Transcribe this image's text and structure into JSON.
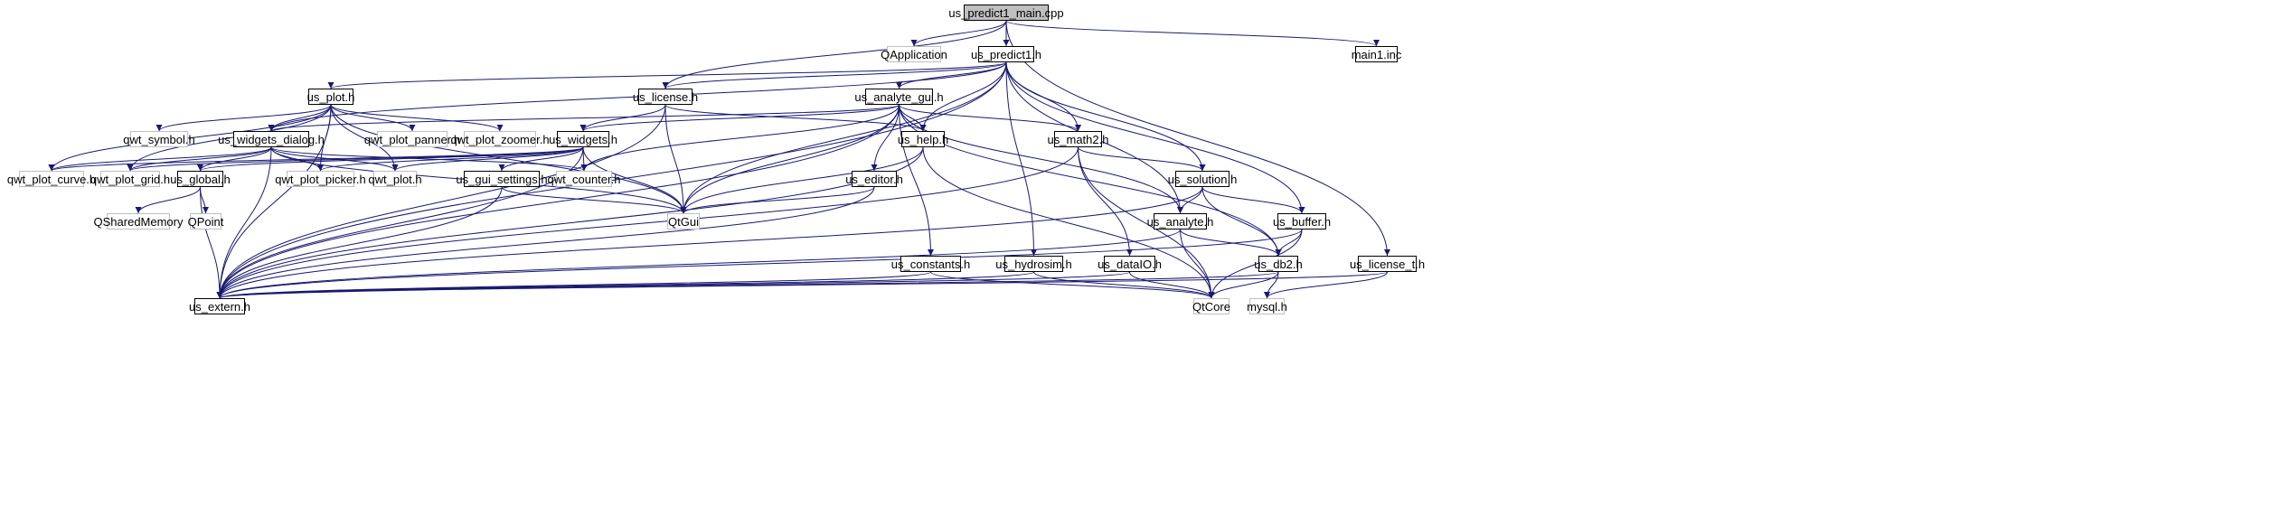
{
  "colors": {
    "edge": "#191970",
    "external_border": "#bfbfbf",
    "root_fill": "#bfbfbf",
    "node_border": "#000000"
  },
  "nodes": {
    "us_predict1_main_cpp": "us_predict1_main.cpp",
    "QApplication": "QApplication",
    "us_predict1_h": "us_predict1.h",
    "main1_inc": "main1.inc",
    "us_plot_h": "us_plot.h",
    "us_license_h": "us_license.h",
    "us_analyte_gui_h": "us_analyte_gui.h",
    "qwt_symbol_h": "qwt_symbol.h",
    "qwt_plot_panner_h": "qwt_plot_panner.h",
    "qwt_plot_zoomer_h": "qwt_plot_zoomer.h",
    "us_widgets_dialog_h": "us_widgets_dialog.h",
    "us_widgets_h": "us_widgets.h",
    "us_help_h": "us_help.h",
    "us_math2_h": "us_math2.h",
    "qwt_plot_curve_h": "qwt_plot_curve.h",
    "qwt_plot_grid_h": "qwt_plot_grid.h",
    "us_global_h": "us_global.h",
    "qwt_plot_picker_h": "qwt_plot_picker.h",
    "qwt_plot_h": "qwt_plot.h",
    "us_gui_settings_h": "us_gui_settings.h",
    "qwt_counter_h": "qwt_counter.h",
    "us_editor_h": "us_editor.h",
    "us_solution_h": "us_solution.h",
    "QSharedMemory": "QSharedMemory",
    "QPoint": "QPoint",
    "QtGui": "QtGui",
    "us_analyte_h": "us_analyte.h",
    "us_buffer_h": "us_buffer.h",
    "us_constants_h": "us_constants.h",
    "us_hydrosim_h": "us_hydrosim.h",
    "us_dataIO_h": "us_dataIO.h",
    "us_db2_h": "us_db2.h",
    "us_license_t_h": "us_license_t.h",
    "us_extern_h": "us_extern.h",
    "QtCore": "QtCore",
    "mysql_h": "mysql.h"
  }
}
